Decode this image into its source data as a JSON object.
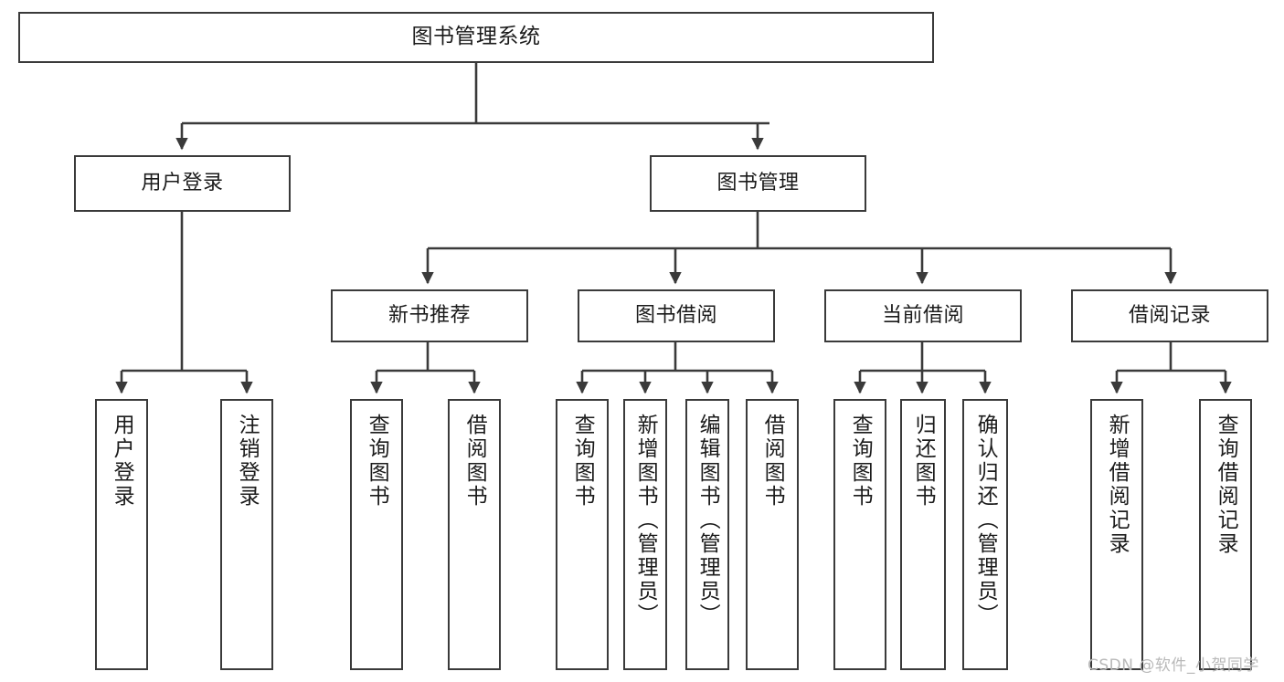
{
  "diagram": {
    "title": "图书管理系统",
    "type": "tree-hierarchy-chart",
    "colors": {
      "background": "#ffffff",
      "node_border": "#3a3a3a",
      "node_fill": "#ffffff",
      "edge": "#3a3a3a",
      "text": "#1b1b1b",
      "watermark": "#b9b9b9"
    },
    "root": {
      "label": "图书管理系统"
    },
    "level2": [
      {
        "label": "用户登录"
      },
      {
        "label": "图书管理"
      }
    ],
    "level3": [
      {
        "label": "新书推荐"
      },
      {
        "label": "图书借阅"
      },
      {
        "label": "当前借阅"
      },
      {
        "label": "借阅记录"
      }
    ],
    "leaves": {
      "user_login": [
        {
          "label": "用户登录"
        },
        {
          "label": "注销登录"
        }
      ],
      "new_book_recommend": [
        {
          "label": "查询图书"
        },
        {
          "label": "借阅图书"
        }
      ],
      "book_borrow": [
        {
          "label": "查询图书"
        },
        {
          "label": "新增图书（管理员）"
        },
        {
          "label": "编辑图书（管理员）"
        },
        {
          "label": "借阅图书"
        }
      ],
      "current_borrow": [
        {
          "label": "查询图书"
        },
        {
          "label": "归还图书"
        },
        {
          "label": "确认归还（管理员）"
        }
      ],
      "borrow_record": [
        {
          "label": "新增借阅记录"
        },
        {
          "label": "查询借阅记录"
        }
      ]
    }
  },
  "watermark": {
    "text": "CSDN @软件_小贺同学"
  }
}
